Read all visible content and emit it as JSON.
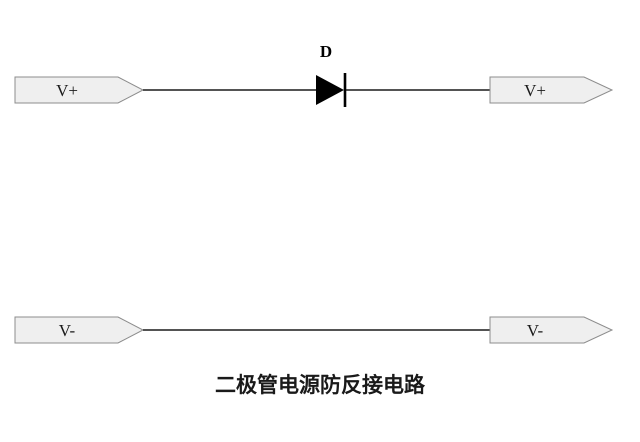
{
  "diagram": {
    "caption": "二极管电源防反接电路",
    "diode": {
      "label": "D"
    },
    "positive_rail": {
      "left_terminal": "V+",
      "right_terminal": "V+"
    },
    "negative_rail": {
      "left_terminal": "V-",
      "right_terminal": "V-"
    }
  },
  "colors": {
    "wire": "#1a1a1a",
    "terminal_fill": "#efefef",
    "terminal_stroke": "#8c8c8c",
    "diode": "#000000"
  }
}
